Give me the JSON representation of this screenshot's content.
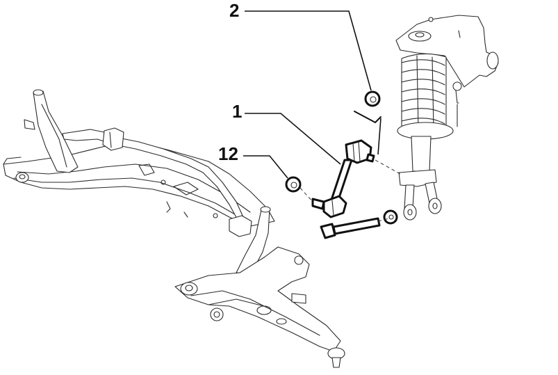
{
  "diagram": {
    "type": "exploded-parts-diagram",
    "subject": "front suspension: subframe, stabilizer bar link, strut assembly",
    "colors": {
      "background": "#ffffff",
      "line": "#111111"
    },
    "callouts": [
      {
        "id": "1",
        "label": "1",
        "part": "stabilizer-link"
      },
      {
        "id": "2",
        "label": "2",
        "part": "upper-link-nut"
      },
      {
        "id": "12",
        "label": "12",
        "part": "lower-link-nut"
      }
    ],
    "components": [
      {
        "name": "front-subframe"
      },
      {
        "name": "lower-control-arm"
      },
      {
        "name": "stabilizer-bar"
      },
      {
        "name": "strut-assembly-with-coil-spring"
      },
      {
        "name": "stabilizer-link"
      },
      {
        "name": "nut-upper"
      },
      {
        "name": "nut-lower"
      },
      {
        "name": "bolt"
      },
      {
        "name": "washer"
      }
    ]
  }
}
